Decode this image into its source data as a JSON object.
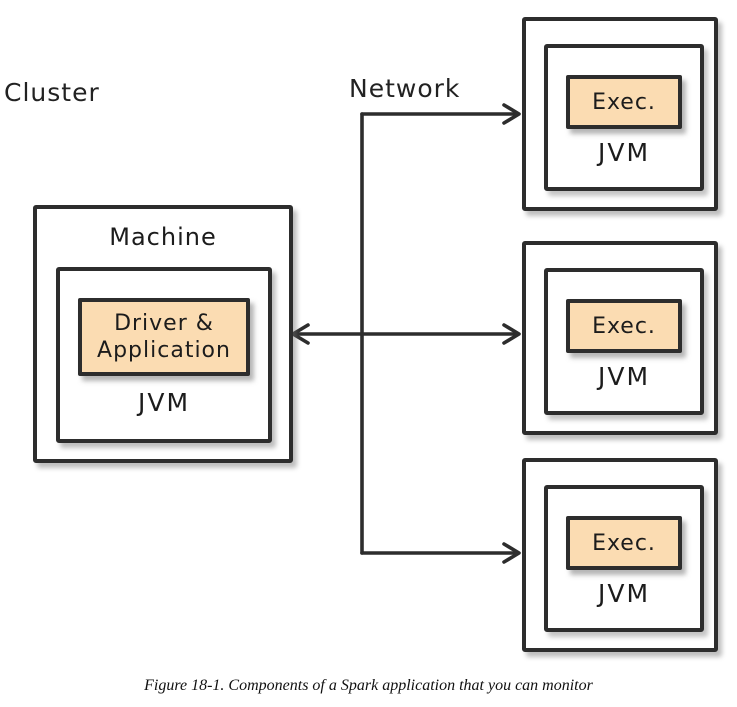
{
  "labels": {
    "cluster": "Cluster",
    "network": "Network"
  },
  "machine": {
    "title": "Machine",
    "driver_label": "Driver & Application",
    "jvm_label": "JVM"
  },
  "executors": [
    {
      "exec_label": "Exec.",
      "jvm_label": "JVM"
    },
    {
      "exec_label": "Exec.",
      "jvm_label": "JVM"
    },
    {
      "exec_label": "Exec.",
      "jvm_label": "JVM"
    }
  ],
  "caption": "Figure 18-1. Components of a Spark application that you can monitor",
  "colors": {
    "box_fill": "#fbdcb2",
    "line": "#2d2d2d",
    "background": "#ffffff"
  }
}
